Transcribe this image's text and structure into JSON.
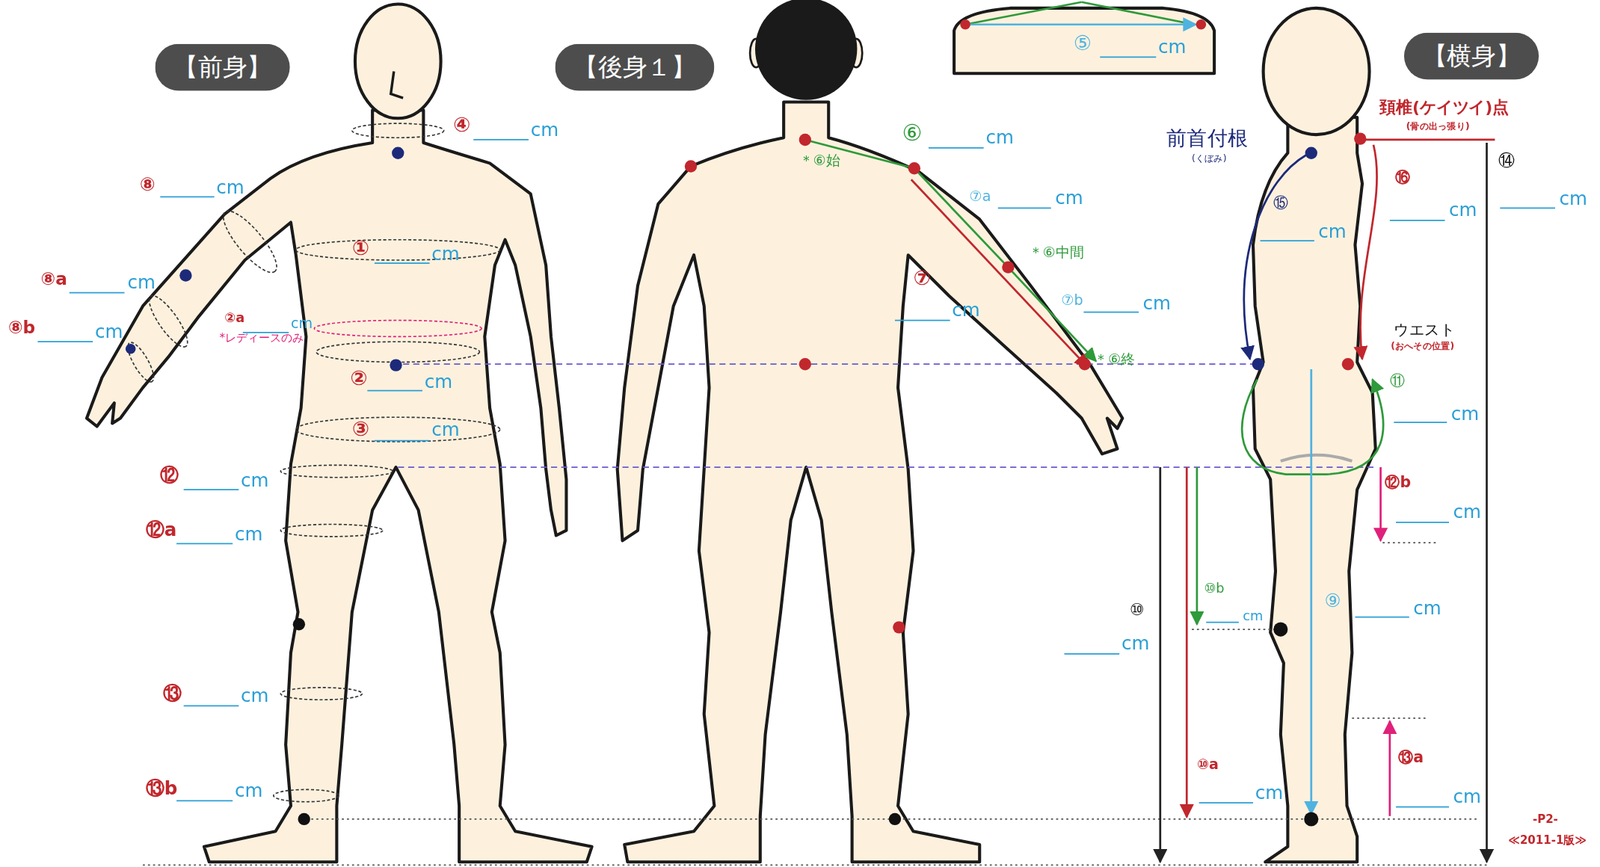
{
  "diagram": {
    "nodes": [
      {
        "text": [
          "【前身】"
        ]
      },
      {
        "text": [
          "【後身１】"
        ]
      },
      {
        "text": [
          "【横身】"
        ]
      }
    ],
    "labels": [
      "④",
      "cm",
      "⑧",
      "cm",
      "⑧a",
      "cm",
      "⑧b",
      "cm",
      "①",
      "cm",
      "②a",
      "cm",
      "*レディースのみ",
      "②",
      "cm",
      "③",
      "cm",
      "⑫",
      "cm",
      "⑫a",
      "cm",
      "⑬",
      "cm",
      "⑬b",
      "cm",
      "⑥",
      "cm",
      "＊⑥始",
      "⑦a",
      "cm",
      "＊⑥中間",
      "⑦b",
      "cm",
      "⑦",
      "cm",
      "＊⑥終",
      "⑤",
      "cm",
      "頚椎(ケイツイ)点",
      "(骨の出っ張り)",
      "前首付根",
      "(くぼみ)",
      "⑭",
      "cm",
      "⑮",
      "cm",
      "⑯",
      "cm",
      "ウエスト",
      "(おへその位置)",
      "⑪",
      "cm",
      "⑫b",
      "cm",
      "⑩",
      "cm",
      "⑩b",
      "cm",
      "⑨",
      "cm",
      "⑩a",
      "cm",
      "⑬a",
      "cm",
      "-P2-",
      "≪2011-1版≫"
    ]
  }
}
